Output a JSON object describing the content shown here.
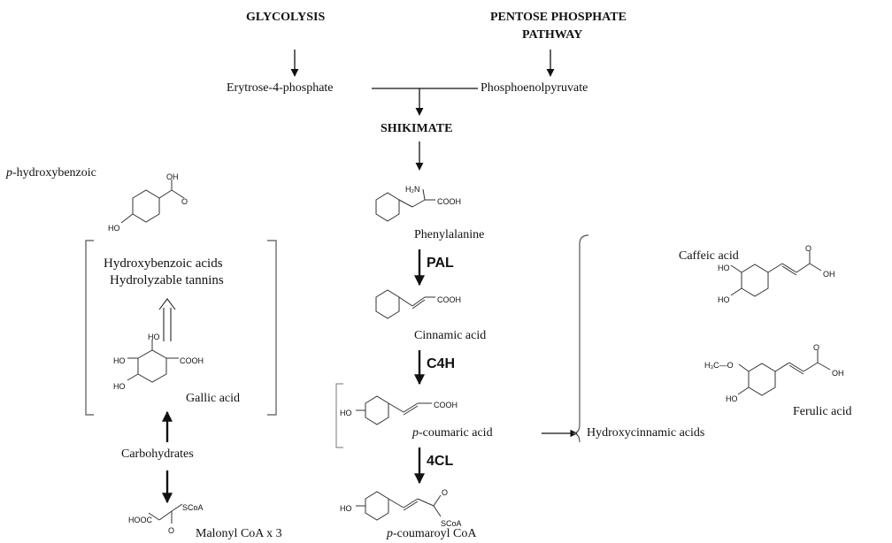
{
  "pathway": {
    "glycolysis": "GLYCOLYSIS",
    "pentose_line1": "PENTOSE PHOSPHATE",
    "pentose_line2": "PATHWAY",
    "erytrose": "Erytrose-4-phosphate",
    "phosphoenol": "Phosphoenolpyruvate",
    "shikimate": "SHIKIMATE",
    "phenylalanine": "Phenylalanine",
    "pal": "PAL",
    "cinnamic": "Cinnamic acid",
    "c4h": "C4H",
    "p_italic": "p",
    "coumaric_rest": "-coumaric acid",
    "fourcl": "4CL",
    "coumaroyl_rest": "-coumaroyl CoA",
    "hydroxycinnamic": "Hydroxycinnamic  acids",
    "caffeic": "Caffeic acid",
    "ferulic": "Ferulic acid",
    "phb_rest": "-hydroxybenzoic",
    "hydroxybenzoic_acids": "Hydroxybenzoic acids",
    "hydrolyzable": "Hydrolyzable tannins",
    "gallic": "Gallic acid",
    "carbohydrates": "Carbohydrates",
    "malonyl": "Malonyl CoA x 3"
  },
  "structure_labels": {
    "cooh": "COOH",
    "oh": "OH",
    "ho": "HO",
    "h2n": "H₂N",
    "o": "O",
    "scoa": "SCoA",
    "hooc": "HOOC",
    "h3co": "H₃C—O"
  }
}
